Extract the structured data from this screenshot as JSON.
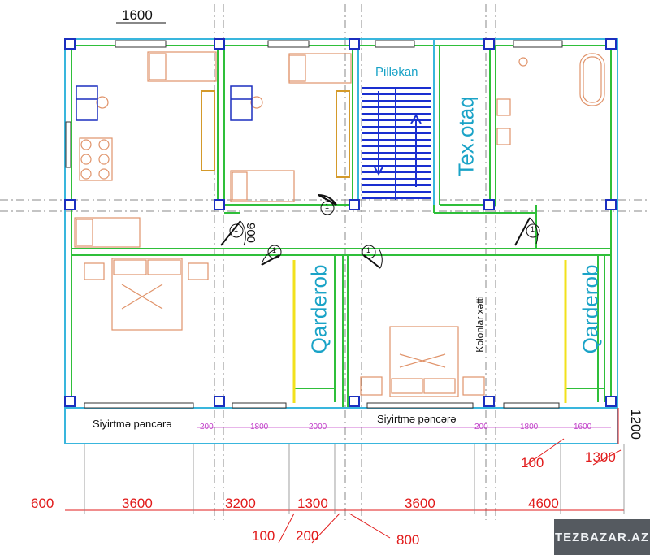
{
  "rooms": {
    "stairs": "Pilləkan",
    "tech_room": "Tex.otaq",
    "wardrobe_left": "Qarderob",
    "wardrobe_right": "Qarderob",
    "column_line": "Kolonlar xətti"
  },
  "windows": {
    "sliding_left": "Siyirtmə pəncərə",
    "sliding_right": "Siyirtmə pəncərə"
  },
  "door_tags": {
    "d1": "1",
    "d2": "1",
    "d3": "1",
    "d4": "1",
    "d5": "1"
  },
  "dimensions": {
    "top_window": "1600",
    "door_width": "900",
    "right_side": "1200",
    "bottom": [
      "600",
      "3600",
      "3200",
      "1300",
      "3600",
      "4600"
    ],
    "bottom_callouts": [
      "100",
      "200",
      "800",
      "100",
      "1300"
    ],
    "balcony": [
      "200",
      "1800",
      "2000",
      "200",
      "1800",
      "1600"
    ]
  },
  "colors": {
    "outer_wall": "#39b6dd",
    "inner_wall": "#2fbf3a",
    "column": "#1b2fbf",
    "furniture": "#e0936a",
    "wardrobe_line": "#f2e11c",
    "dimension": "#e11b1b",
    "balcony_dimension": "#c03cc8"
  },
  "watermark": "TEZBAZAR.AZ"
}
